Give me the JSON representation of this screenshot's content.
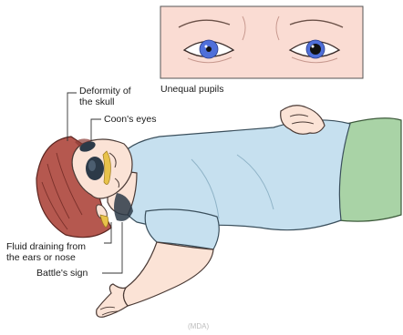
{
  "labels": {
    "unequal_pupils": "Unequal pupils",
    "deformity_of_skull": "Deformity of\nthe skull",
    "coons_eyes": "Coon's eyes",
    "fluid_draining": "Fluid draining from\nthe ears or nose",
    "battles_sign": "Battle's sign"
  },
  "watermark": "(MDA)",
  "colors": {
    "skin": "#fbe3d6",
    "skin_outline": "#4a3a35",
    "hair": "#b5584f",
    "shirt": "#c6e0ef",
    "pants": "#a9d3a6",
    "inset_bg": "#fadcd3",
    "iris": "#4f6fd9",
    "bruise": "#2c3a48",
    "fluid": "#e8c24a"
  }
}
